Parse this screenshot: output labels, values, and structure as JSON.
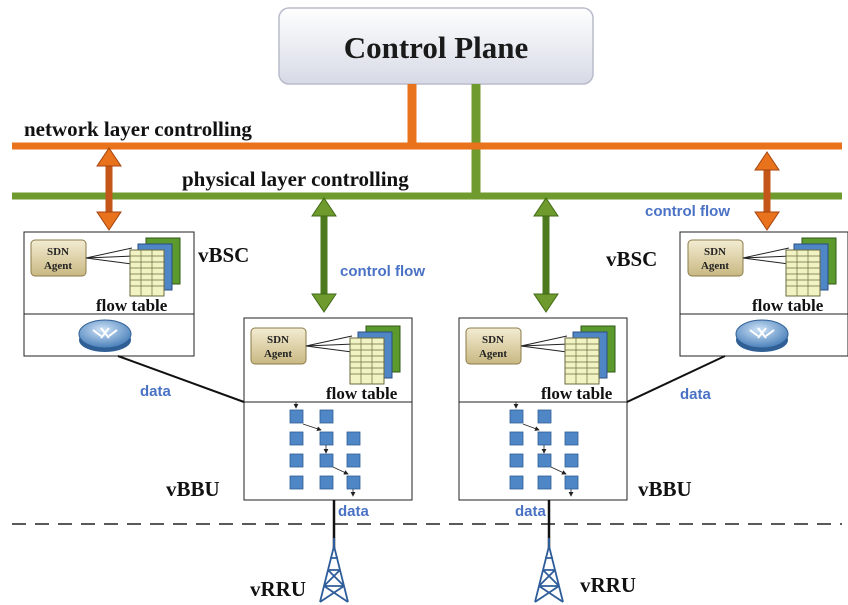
{
  "control_plane": {
    "title": "Control Plane"
  },
  "buses": {
    "network": {
      "label": "network layer controlling",
      "color": "#e8731c"
    },
    "physical": {
      "label": "physical layer controlling",
      "color": "#6f9a2e"
    }
  },
  "labels": {
    "control_flow": "control flow",
    "data": "data",
    "flow_table": "flow table",
    "vbsc": "vBSC",
    "vbbu": "vBBU",
    "vrru": "vRRU",
    "sdn_agent_line1": "SDN",
    "sdn_agent_line2": "Agent"
  },
  "colors": {
    "accent_blue": "#4a72c4",
    "block_blue": "#4f86c6",
    "agent_gold": "#d6c89a",
    "table_green": "#5c9a2e",
    "table_blue": "#4f86c6",
    "table_yellow": "#f2f3c2"
  }
}
